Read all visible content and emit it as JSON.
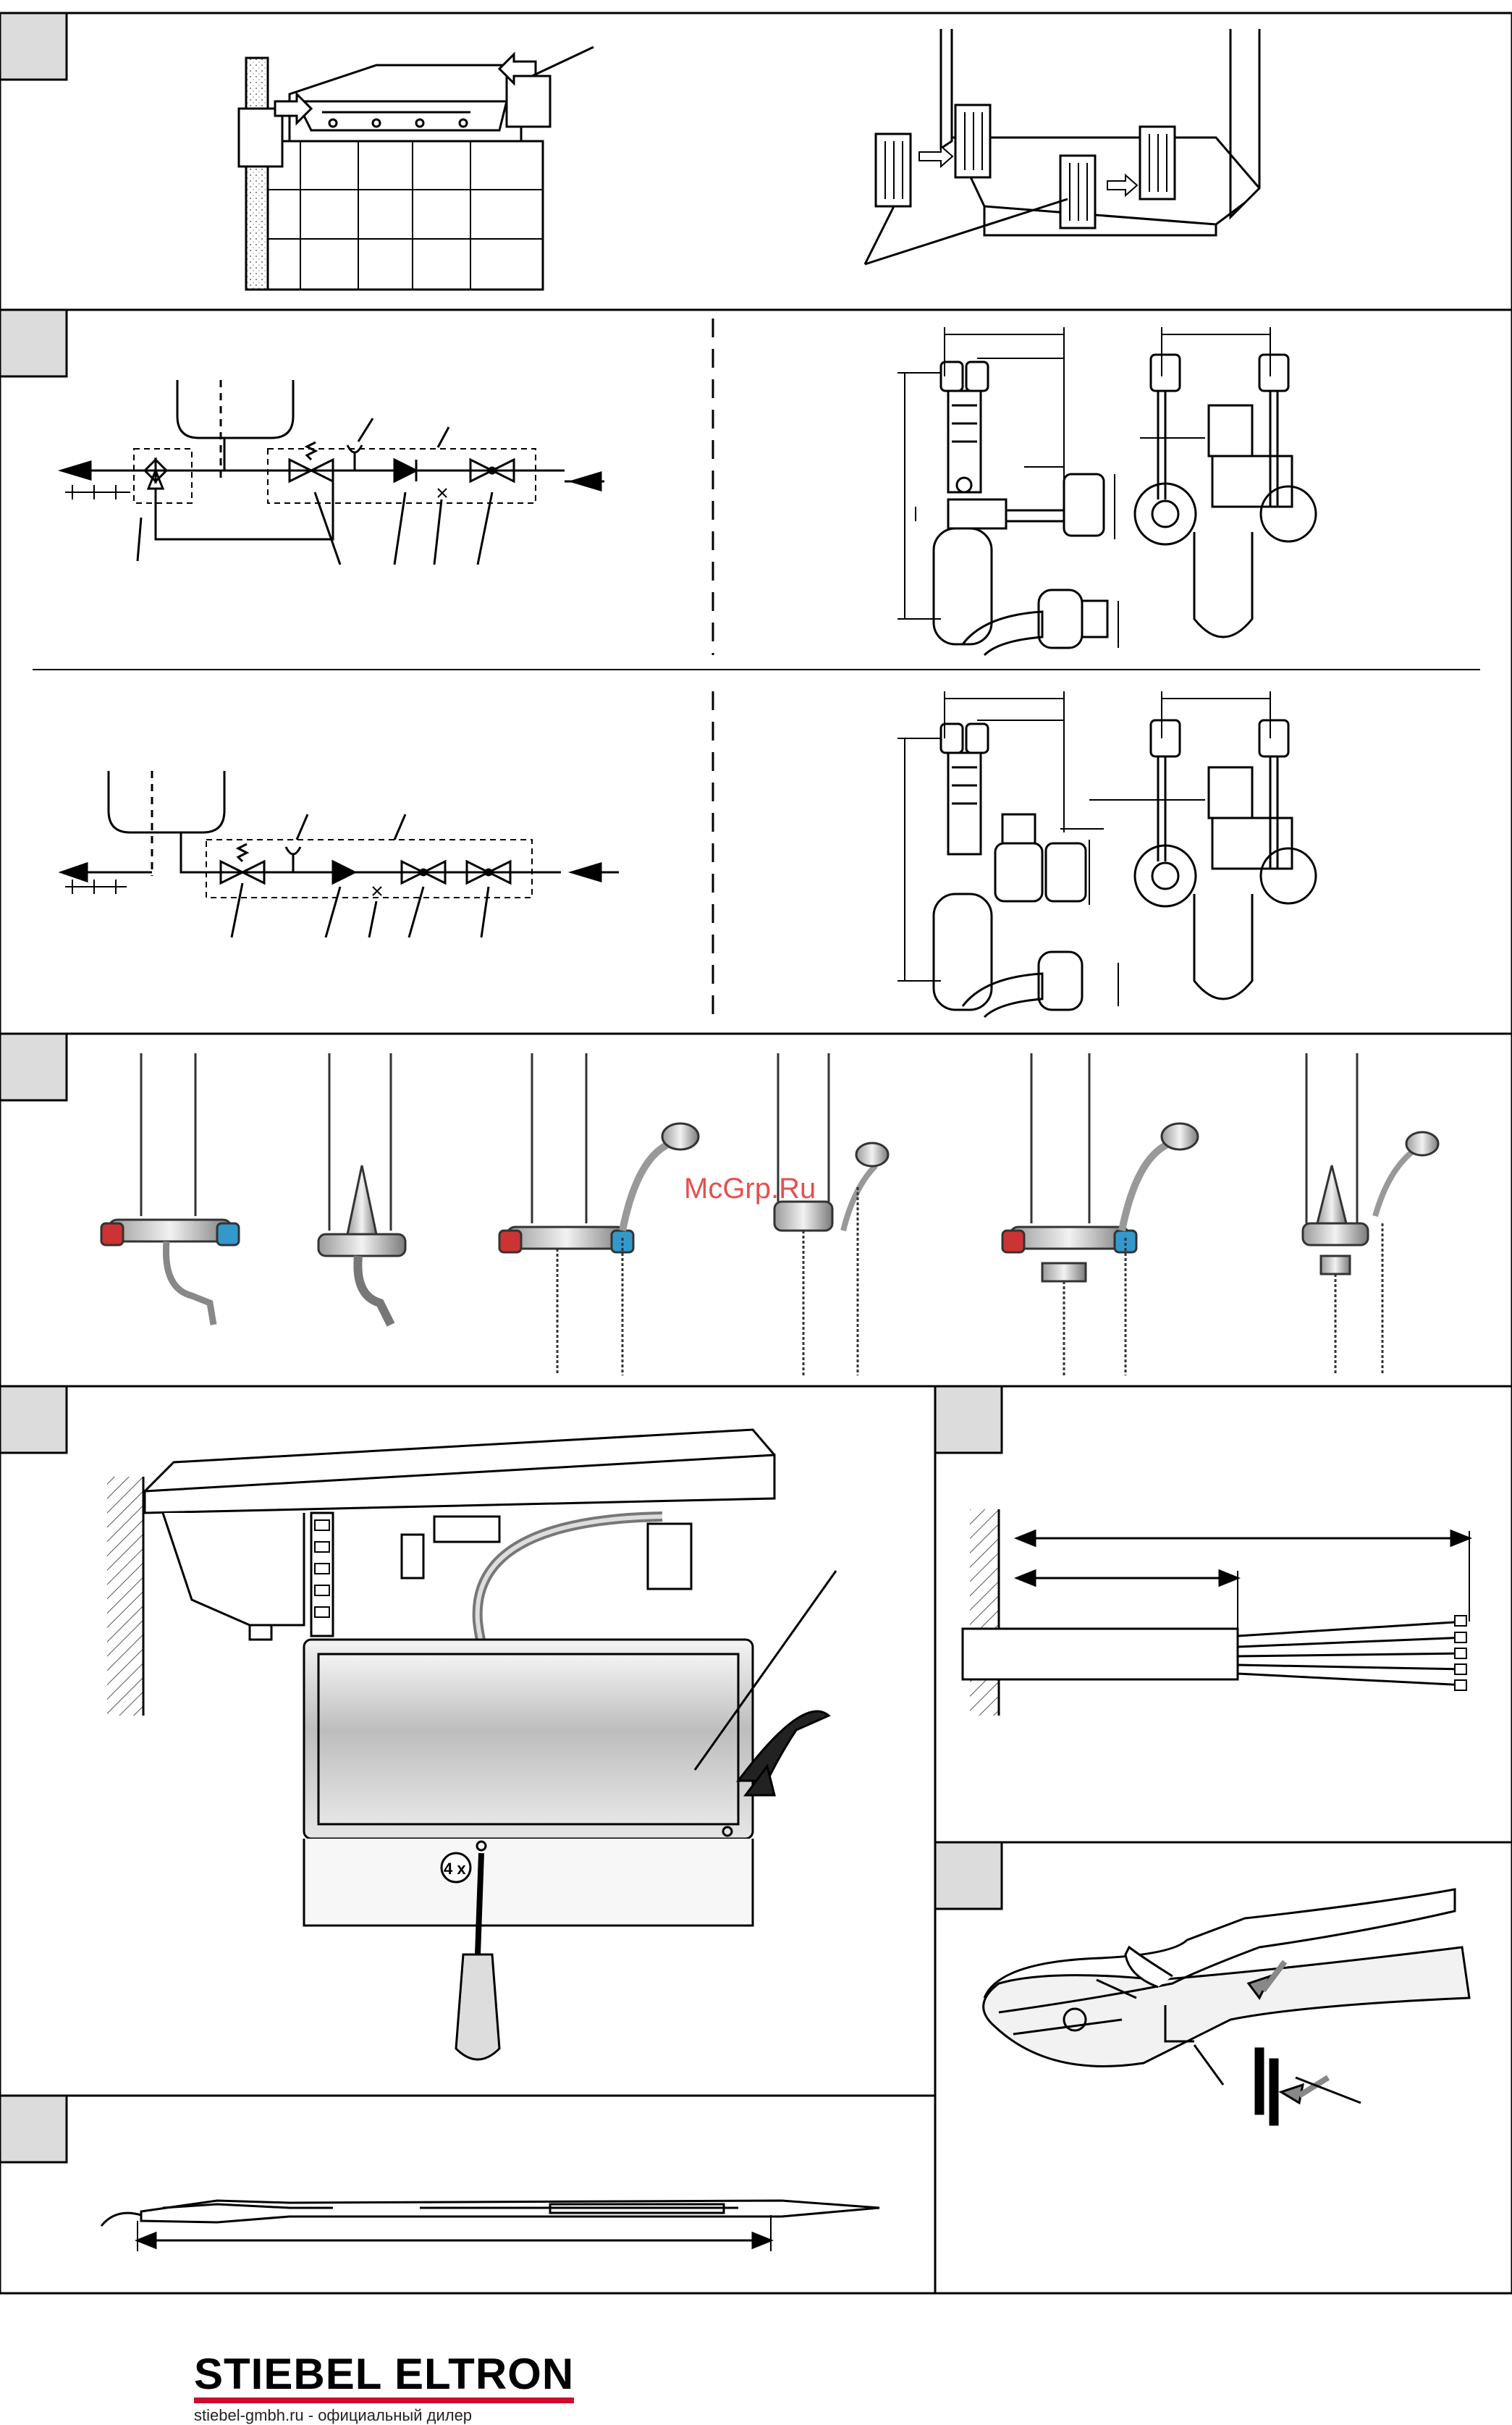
{
  "watermark": "McGrp.Ru",
  "fitting_count": "4 x",
  "brand": {
    "name": "STIEBEL ELTRON",
    "dealer_url": "stiebel-gmbh.ru",
    "dealer_text": " - официальный дилер",
    "accent_color": "#cf0a2c"
  }
}
